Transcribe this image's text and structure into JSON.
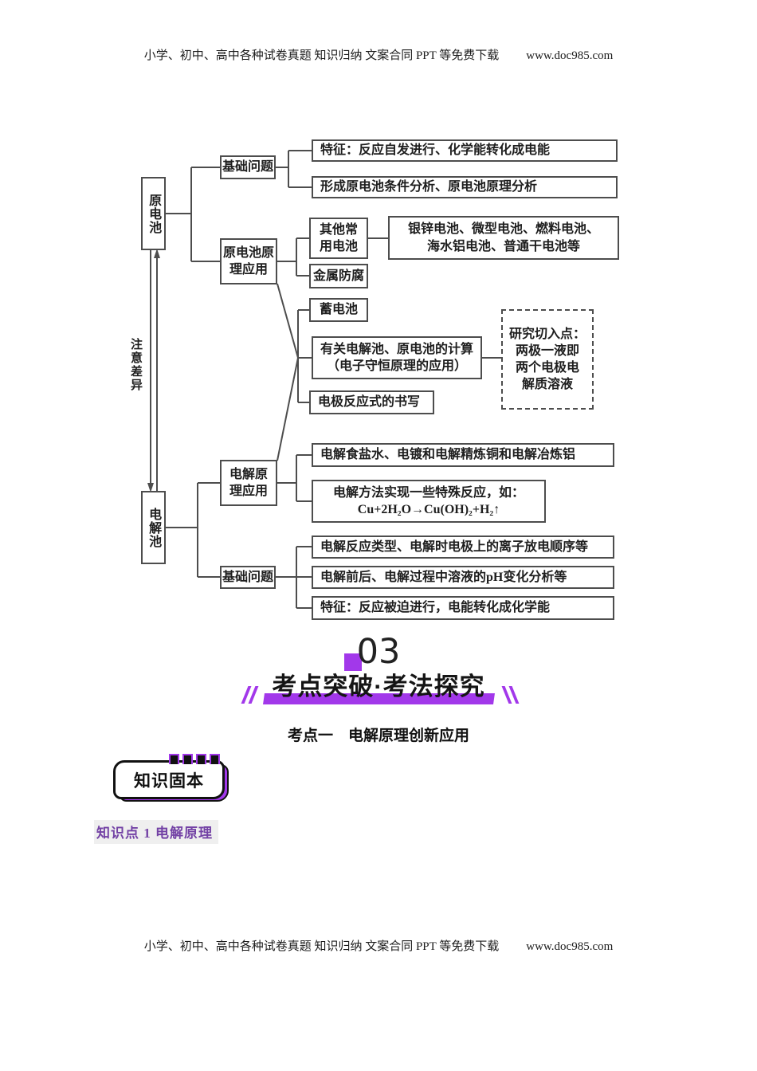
{
  "page": {
    "header_text": "小学、初中、高中各种试卷真题 知识归纳 文案合同 PPT 等免费下载",
    "header_url": "www.doc985.com",
    "footer_text": "小学、初中、高中各种试卷真题 知识归纳 文案合同 PPT 等免费下载",
    "footer_url": "www.doc985.com"
  },
  "diagram": {
    "root_top": "原电池",
    "root_bottom": "电解池",
    "relation_label": "注意差异",
    "nodes": {
      "jichu_top": "基础问题",
      "tezheng_top": "特征：反应自发进行、化学能转化成电能",
      "xingcheng": "形成原电池条件分析、原电池原理分析",
      "yuanli_top": "原电池原\n理应用",
      "qita": "其他常\n用电池",
      "yinxin": "银锌电池、微型电池、燃料电池、\n海水铝电池、普通干电池等",
      "jinshu": "金属防腐",
      "xudianchi": "蓄电池",
      "jisuan": "有关电解池、原电池的计算\n（电子守恒原理的应用）",
      "yanjiu": "研究切入点：\n两极一液即\n两个电极电\n解质溶液",
      "dianji_shuxie": "电极反应式的书写",
      "dianjie_yuanli": "电解原\n理应用",
      "shiyanshui": "电解食盐水、电镀和电解精炼铜和电解冶炼铝",
      "fangfa": "电解方法实现一些特殊反应，如：\nCu+2H₂O→Cu(OH)₂+H₂↑",
      "leixing": "电解反应类型、电解时电极上的离子放电顺序等",
      "jichu_bottom": "基础问题",
      "qianhou": "电解前后、电解过程中溶液的pH变化分析等",
      "tezheng_bottom": "特征：反应被迫进行，电能转化成化学能"
    }
  },
  "section": {
    "number": "03",
    "banner_title": "考点突破·考法探究",
    "subtitle": "考点一　电解原理创新应用",
    "badge_label": "知识固本",
    "knowledge_point": "知识点 1 电解原理"
  },
  "colors": {
    "purple": "#a238ea",
    "purple-dark": "#7342a5",
    "line": "#4d4d4d"
  }
}
